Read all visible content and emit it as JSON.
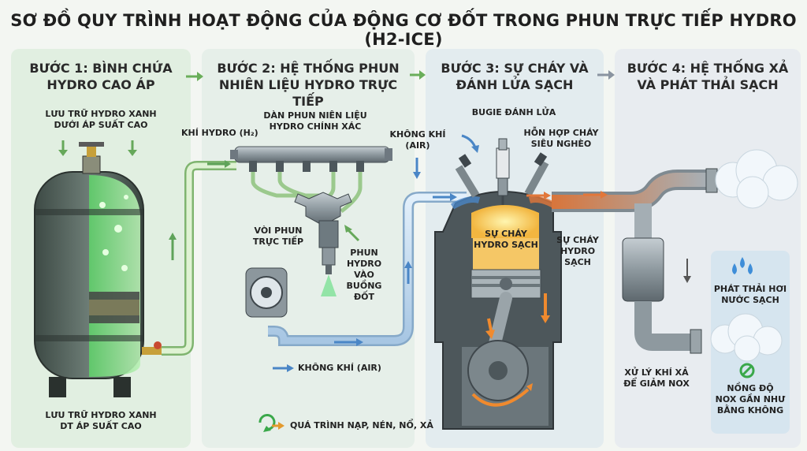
{
  "title": "SƠ ĐỒ QUY TRÌNH HOẠT ĐỘNG CỦA ĐỘNG CƠ ĐỐT TRONG PHUN TRỰC TIẾP HYDRO (H2-ICE)",
  "steps": [
    {
      "line1": "BƯỚC 1: BÌNH CHỨA",
      "line2": "HYDRO CAO ÁP"
    },
    {
      "line1": "BƯỚC 2: HỆ THỐNG PHUN",
      "line2": "NHIÊN LIỆU HYDRO TRỰC TIẾP"
    },
    {
      "line1": "BƯỚC 3: SỰ CHÁY VÀ",
      "line2": "ĐÁNH LỬA SẠCH"
    },
    {
      "line1": "BƯỚC 4: HỆ THỐNG XẢ",
      "line2": "VÀ PHÁT THẢI SẠCH"
    }
  ],
  "labels": {
    "storage_top_1": "LƯU TRỮ HYDRO XANH",
    "storage_top_2": "DƯỚI ÁP SUẤT CAO",
    "storage_bottom_1": "LƯU TRỮ HYDRO XANH",
    "storage_bottom_2": "DT ÁP SUẤT CAO",
    "hydrogen_gas": "KHÍ HYDRO (H₂)",
    "rail_1": "DÀN PHUN NIÊN LIỆU",
    "rail_2": "HYDRO CHÍNH XÁC",
    "injector_1": "VÒI PHUN",
    "injector_2": "TRỰC TIẾP",
    "spray_1": "PHUN",
    "spray_2": "HYDRO",
    "spray_3": "VÀO",
    "spray_4": "BUỒNG ĐỐT",
    "air_top_1": "KHÔNG KHÍ",
    "air_top_2": "(AIR)",
    "air_bottom": "KHÔNG KHÍ (AIR)",
    "cycle": "QUÁ TRÌNH NẠP, NÉN, NỔ, XẢ",
    "spark": "BUGIE ĐÁNH LỬA",
    "mixture_1": "HỖN HỢP CHÁY",
    "mixture_2": "SIÊU NGHÈO",
    "combustion_in_1": "SỰ CHÁY",
    "combustion_in_2": "HYDRO SẠCH",
    "combustion_side_1": "SỰ CHÁY",
    "combustion_side_2": "HYDRO",
    "combustion_side_3": "SẠCH",
    "water_1": "PHÁT THẢI HƠI",
    "water_2": "NƯỚC SẠCH",
    "treat_1": "XỬ LÝ KHÍ XẢ",
    "treat_2": "ĐỂ GIẢM NOX",
    "nox_1": "NỒNG ĐỘ",
    "nox_2": "NOX GẦN NHƯ",
    "nox_3": "BẰNG KHÔNG"
  }
}
